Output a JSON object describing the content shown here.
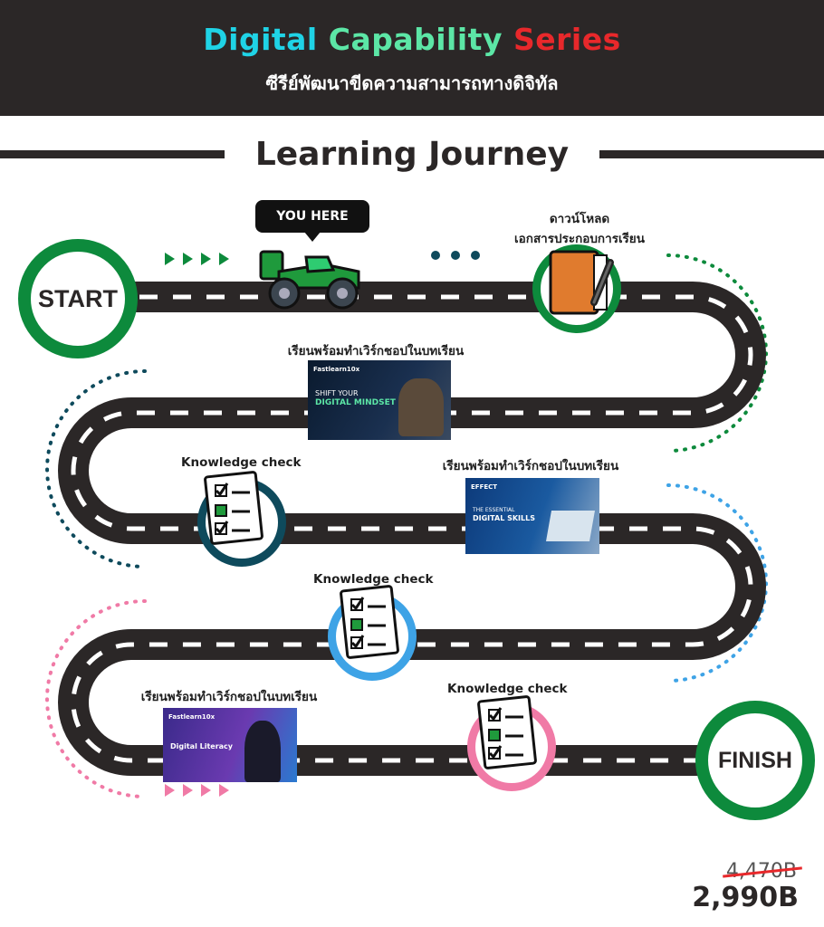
{
  "header": {
    "title_parts": [
      "Digital",
      "Capability",
      "Series"
    ],
    "title_colors": [
      "#1fd3e6",
      "#5ce6a6",
      "#e8282b"
    ],
    "subtitle": "ซีรีย์พัฒนาขีดความสามารถทางดิจิทัล"
  },
  "section_title": "Learning Journey",
  "start_label": "START",
  "finish_label": "FINISH",
  "you_here": "YOU HERE",
  "steps": [
    {
      "label": "ดาวน์โหลด",
      "label2": "เอกสารประกอบการเรียน",
      "icon": "notebook-pen-icon"
    },
    {
      "label": "เรียนพร้อมทำเวิร์กชอปในบทเรียน",
      "thumb_title": "SHIFT YOUR",
      "thumb_sub": "DIGITAL MINDSET",
      "brand": "Fastlearn10x"
    },
    {
      "label": "Knowledge check",
      "icon": "checklist-icon"
    },
    {
      "label": "เรียนพร้อมทำเวิร์กชอปในบทเรียน",
      "thumb_title": "THE ESSENTIAL",
      "thumb_sub": "DIGITAL SKILLS",
      "brand": "EFFECT"
    },
    {
      "label": "Knowledge check",
      "icon": "checklist-icon"
    },
    {
      "label": "เรียนพร้อมทำเวิร์กชอปในบทเรียน",
      "thumb_title": "Digital Literacy",
      "brand": "Fastlearn10x"
    },
    {
      "label": "Knowledge check",
      "icon": "checklist-icon"
    }
  ],
  "price": {
    "original": "4,470B",
    "current": "2,990B"
  },
  "colors": {
    "dark": "#2b2727",
    "green": "#0d8a3c",
    "teal": "#0e4a5c",
    "blue": "#3ea3e6",
    "pink": "#f07aa6"
  }
}
